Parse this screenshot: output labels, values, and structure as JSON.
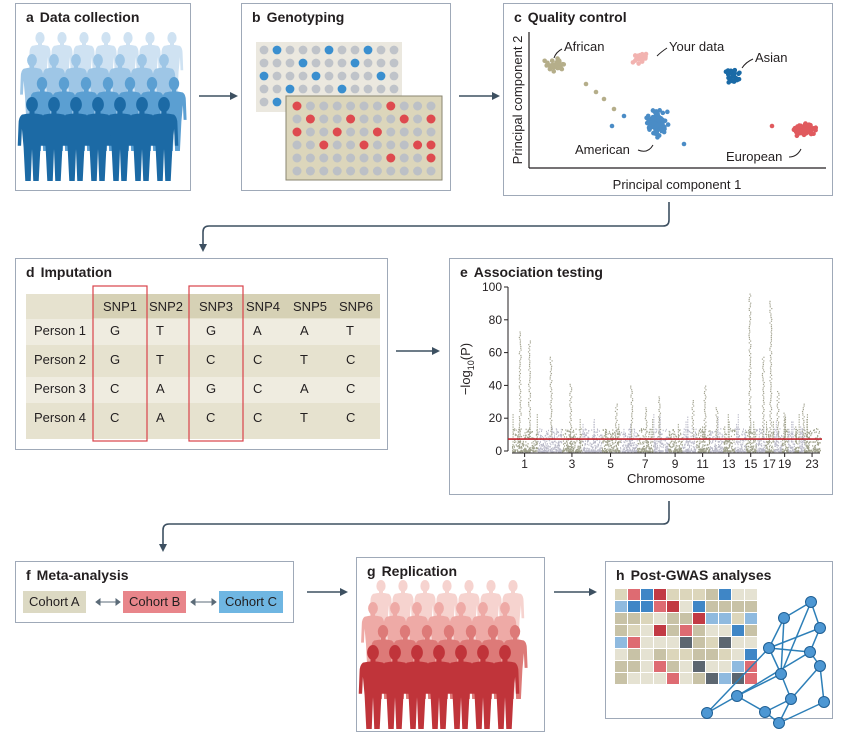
{
  "panels": {
    "a": {
      "letter": "a",
      "title": "Data collection"
    },
    "b": {
      "letter": "b",
      "title": "Genotyping"
    },
    "c": {
      "letter": "c",
      "title": "Quality control"
    },
    "d": {
      "letter": "d",
      "title": "Imputation"
    },
    "e": {
      "letter": "e",
      "title": "Association testing"
    },
    "f": {
      "letter": "f",
      "title": "Meta-analysis"
    },
    "g": {
      "letter": "g",
      "title": "Replication"
    },
    "h": {
      "letter": "h",
      "title": "Post-GWAS analyses"
    }
  },
  "pca": {
    "xlabel": "Principal component 1",
    "ylabel": "Principal component 2",
    "clusters": [
      {
        "label": "African",
        "color": "#b5ae8a"
      },
      {
        "label": "Your data",
        "color": "#f2b3b0"
      },
      {
        "label": "Asian",
        "color": "#1a6aa6"
      },
      {
        "label": "American",
        "color": "#4a8cc6"
      },
      {
        "label": "European",
        "color": "#e05a5e"
      }
    ]
  },
  "imputation": {
    "headers": [
      "SNP1",
      "SNP2",
      "SNP3",
      "SNP4",
      "SNP5",
      "SNP6"
    ],
    "rows": [
      {
        "person": "Person 1",
        "values": [
          "G",
          "T",
          "G",
          "A",
          "A",
          "T"
        ]
      },
      {
        "person": "Person 2",
        "values": [
          "G",
          "T",
          "C",
          "C",
          "T",
          "C"
        ]
      },
      {
        "person": "Person 3",
        "values": [
          "C",
          "A",
          "G",
          "C",
          "A",
          "C"
        ]
      },
      {
        "person": "Person 4",
        "values": [
          "C",
          "A",
          "C",
          "C",
          "T",
          "C"
        ]
      }
    ],
    "highlighted_columns": [
      "SNP1",
      "SNP3"
    ]
  },
  "chart_data": {
    "type": "scatter",
    "title": "",
    "xlabel": "Chromosome",
    "ylabel_main": "−log",
    "ylabel_sub": "10",
    "ylabel_tail": "(P)",
    "ylim": [
      0,
      100
    ],
    "yticks": [
      0,
      20,
      40,
      60,
      80,
      100
    ],
    "xticks": [
      "1",
      "3",
      "5",
      "7",
      "9",
      "11",
      "13",
      "15",
      "17",
      "19",
      "23"
    ],
    "significance_threshold": 7.3,
    "threshold_color": "#c0202a",
    "point_color": "#a3a390",
    "peaks": [
      {
        "chromosome": 1,
        "value": 73
      },
      {
        "chromosome": 1,
        "value": 68
      },
      {
        "chromosome": 2,
        "value": 58
      },
      {
        "chromosome": 3,
        "value": 42
      },
      {
        "chromosome": 5,
        "value": 30
      },
      {
        "chromosome": 6,
        "value": 40
      },
      {
        "chromosome": 7,
        "value": 27
      },
      {
        "chromosome": 8,
        "value": 34
      },
      {
        "chromosome": 10,
        "value": 32
      },
      {
        "chromosome": 11,
        "value": 40
      },
      {
        "chromosome": 12,
        "value": 27
      },
      {
        "chromosome": 15,
        "value": 97
      },
      {
        "chromosome": 16,
        "value": 58
      },
      {
        "chromosome": 17,
        "value": 92
      },
      {
        "chromosome": 18,
        "value": 37
      },
      {
        "chromosome": 19,
        "value": 24
      },
      {
        "chromosome": 22,
        "value": 30
      }
    ]
  },
  "meta": {
    "cohorts": [
      {
        "label": "Cohort A",
        "color": "#dcd9c3"
      },
      {
        "label": "Cohort B",
        "color": "#e8858a"
      },
      {
        "label": "Cohort C",
        "color": "#6fb6e2"
      }
    ]
  },
  "colors": {
    "blue_dark": "#1c6aa5",
    "blue_light": "#a9cde9",
    "red_dark": "#c0343a",
    "red_light": "#f0b6b1",
    "arrow": "#3d5061",
    "panel_border": "#9fa9b8",
    "imputation_bg": "#e6e2cf",
    "imputation_box": "#d9424a"
  }
}
